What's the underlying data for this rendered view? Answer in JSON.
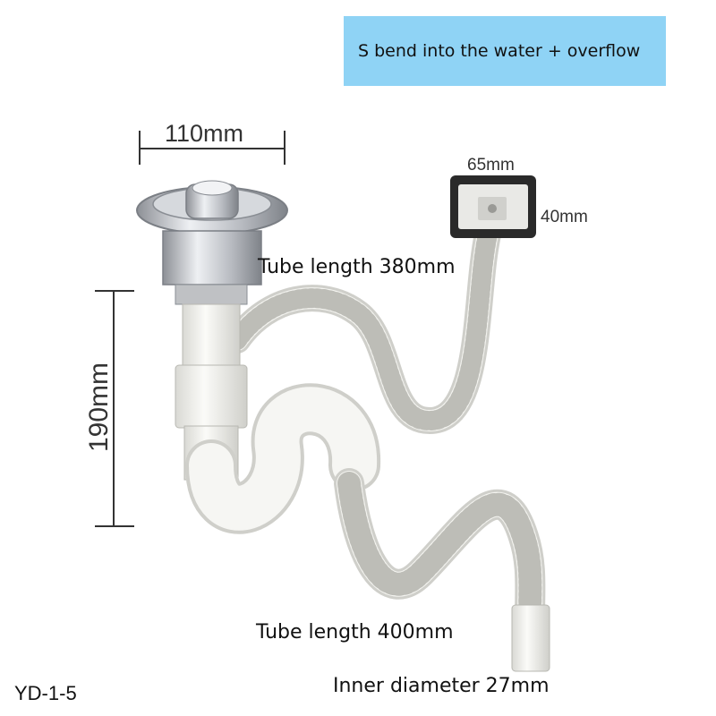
{
  "banner": {
    "text": "S bend into the water + overflow"
  },
  "dimensions": {
    "strainer_width": "110mm",
    "overflow_width": "65mm",
    "overflow_height": "40mm",
    "drain_height": "190mm"
  },
  "labels": {
    "tube_upper": "Tube length 380mm",
    "tube_lower": "Tube length 400mm",
    "inner_diameter": "Inner diameter 27mm"
  },
  "model": "YD-1-5",
  "colors": {
    "banner": "#8fd3f5",
    "pipe": "#f2f2ee",
    "steel": "#c9ccd1"
  }
}
